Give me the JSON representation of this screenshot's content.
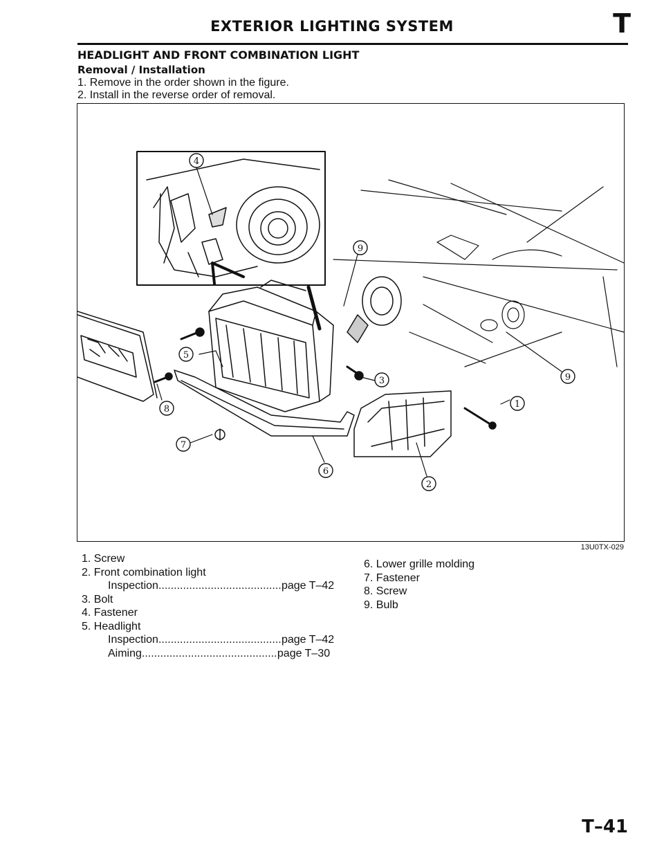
{
  "header": {
    "title": "EXTERIOR LIGHTING SYSTEM",
    "section_letter": "T"
  },
  "heading": {
    "main": "HEADLIGHT AND FRONT COMBINATION LIGHT",
    "sub": "Removal / Installation"
  },
  "steps": [
    "1. Remove in the order shown in the figure.",
    "2. Install in the reverse order of removal."
  ],
  "figure": {
    "code": "13U0TX-029",
    "callouts": [
      "1",
      "2",
      "3",
      "4",
      "5",
      "6",
      "7",
      "8",
      "9",
      "9"
    ]
  },
  "legend": {
    "left": {
      "item1": "1. Screw",
      "item2": "2. Front combination light",
      "item2_sub": "Inspection",
      "item2_ref": "page T–42",
      "item3": "3. Bolt",
      "item4": "4. Fastener",
      "item5": "5. Headlight",
      "item5_sub1": "Inspection",
      "item5_ref1": "page T–42",
      "item5_sub2": "Aiming",
      "item5_ref2": "page T–30"
    },
    "right": {
      "item6": "6. Lower grille molding",
      "item7": "7. Fastener",
      "item8": "8. Screw",
      "item9": "9. Bulb"
    }
  },
  "footer": {
    "page_number": "T–41"
  }
}
